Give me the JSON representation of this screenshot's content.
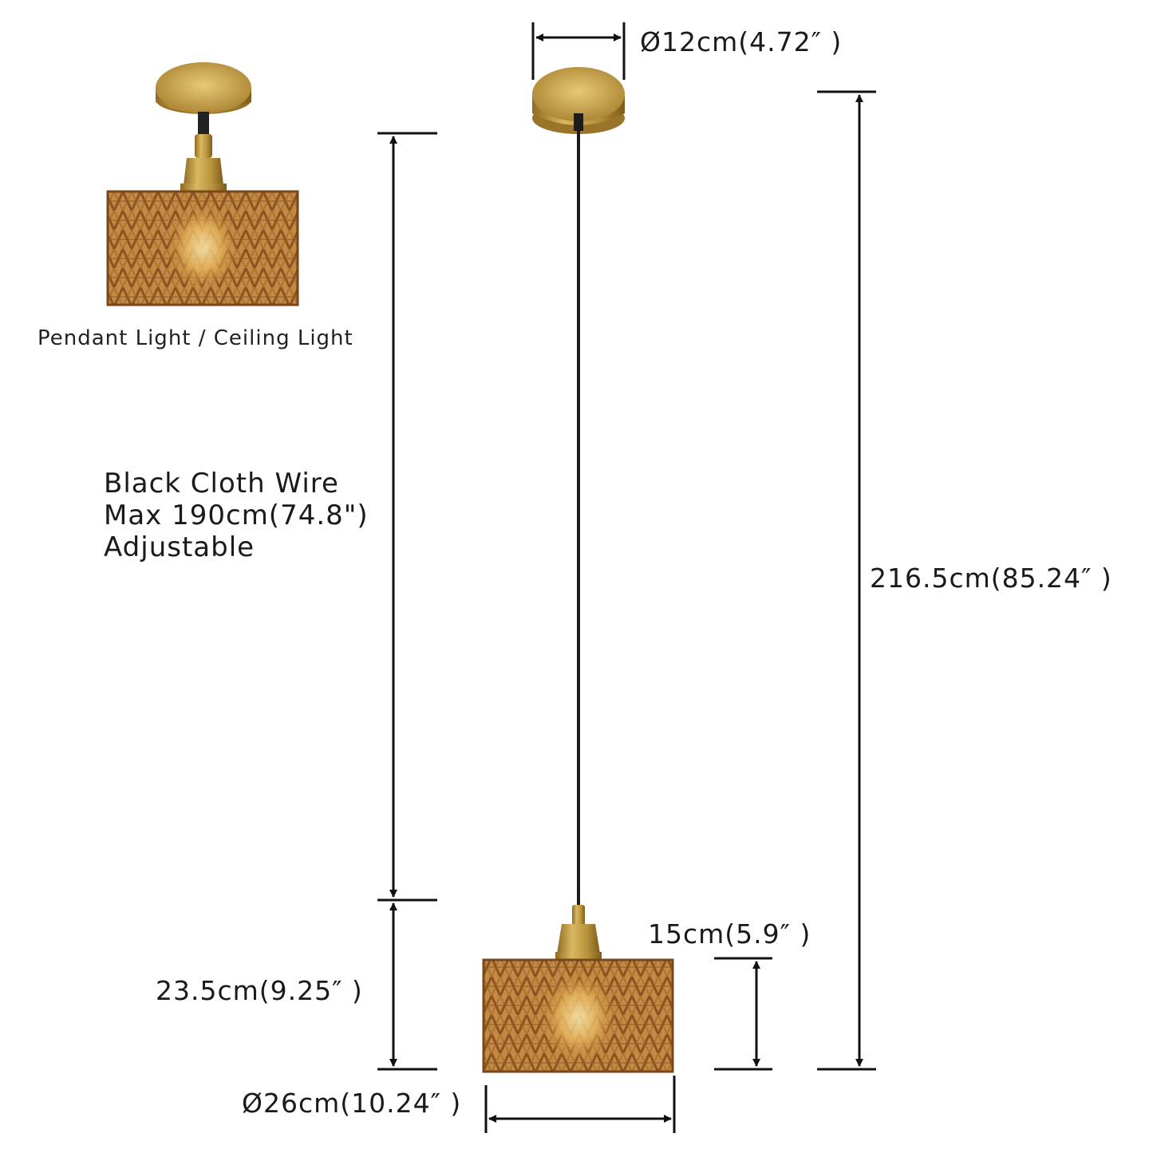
{
  "caption": "Pendant Light / Ceiling Light",
  "wire_note": {
    "line1": "Black Cloth Wire",
    "line2": "Max 190cm(74.8\")",
    "line3": "Adjustable"
  },
  "dimensions": {
    "canopy_diameter": "Ø12cm(4.72″ )",
    "total_height": "216.5cm(85.24″ )",
    "lamp_height": "23.5cm(9.25″ )",
    "shade_height": "15cm(5.9″ )",
    "shade_diameter": "Ø26cm(10.24″ )"
  },
  "colors": {
    "brass": "#b8923c",
    "rattan": "#b77a38",
    "wire": "#1c1c1c",
    "line": "#111111"
  }
}
